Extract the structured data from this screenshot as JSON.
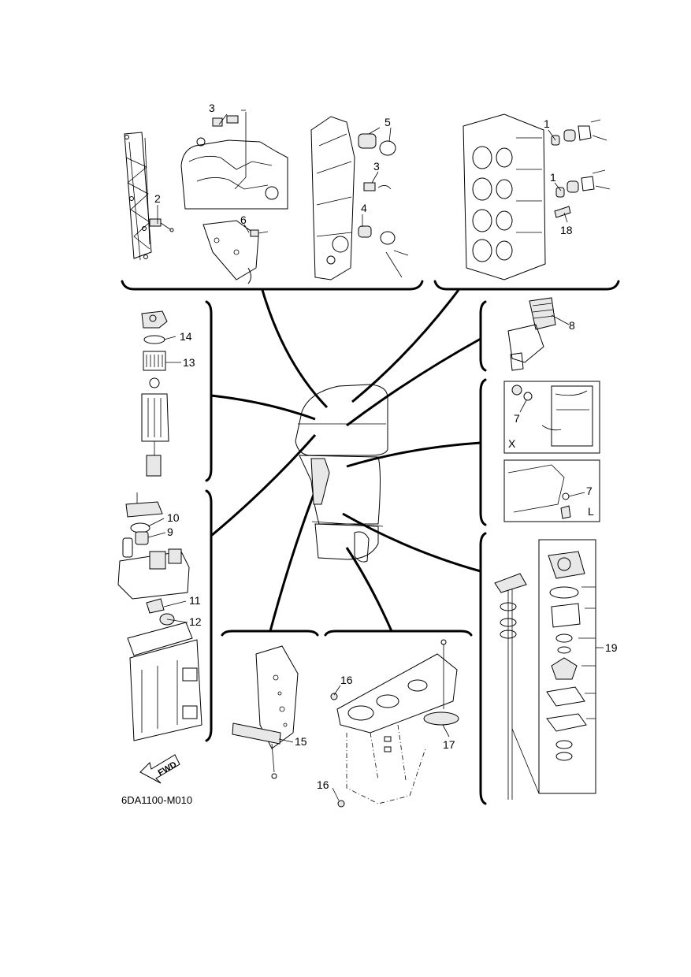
{
  "diagram": {
    "code": "6DA1100-M010",
    "fwd_label": "FWD",
    "view_labels": {
      "x": "X",
      "l": "L"
    },
    "callouts": {
      "c1a": "1",
      "c1b": "1",
      "c2": "2",
      "c3a": "3",
      "c3b": "3",
      "c4": "4",
      "c5": "5",
      "c6": "6",
      "c7a": "7",
      "c7b": "7",
      "c8": "8",
      "c9": "9",
      "c10": "10",
      "c11": "11",
      "c12": "12",
      "c13": "13",
      "c14": "14",
      "c15": "15",
      "c16a": "16",
      "c16b": "16",
      "c17": "17",
      "c18": "18",
      "c19": "19"
    }
  }
}
